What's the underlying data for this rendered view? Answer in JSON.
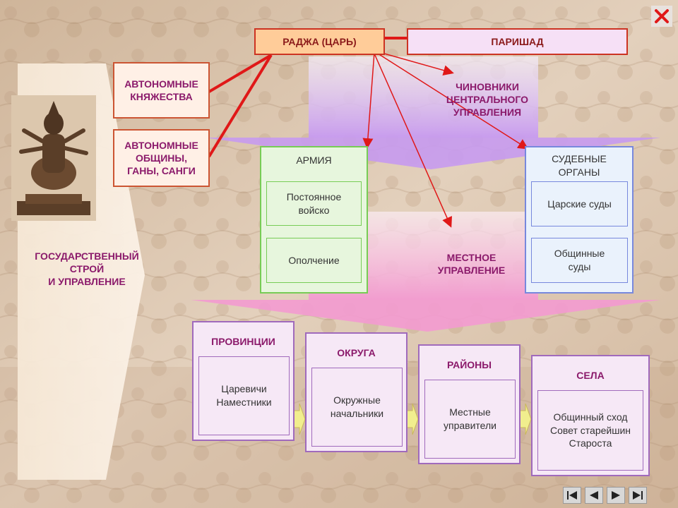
{
  "raja": "РАДЖА (ЦАРЬ)",
  "parishad": "ПАРИШАД",
  "autonomous_principalities": "АВТОНОМНЫЕ\nКНЯЖЕСТВА",
  "autonomous_communities": "АВТОНОМНЫЕ\nОБЩИНЫ,\nГАНЫ, САНГИ",
  "central_officials": "ЧИНОВНИКИ\nЦЕНТРАЛЬНОГО\nУПРАВЛЕНИЯ",
  "state_system": "ГОСУДАРСТВЕННЫЙ\nСТРОЙ\nИ УПРАВЛЕНИЕ",
  "army": {
    "title": "АРМИЯ",
    "standing_army": "Постоянное\nвойско",
    "militia": "Ополчение"
  },
  "judicial": {
    "title": "СУДЕБНЫЕ\nОРГАНЫ",
    "royal_courts": "Царские суды",
    "community_courts": "Общинные\nсуды"
  },
  "local_government": "МЕСТНОЕ\nУПРАВЛЕНИЕ",
  "provinces": {
    "title": "ПРОВИНЦИИ",
    "content": "Царевичи\nНаместники"
  },
  "districts": {
    "title": "ОКРУГА",
    "content": "Окружные\nначальники"
  },
  "regions": {
    "title": "РАЙОНЫ",
    "content": "Местные\nуправители"
  },
  "villages": {
    "title": "СЕЛА",
    "content": "Общинный сход\nСовет старейшин\nСтароста"
  },
  "icons": {
    "close": "close-icon",
    "nav": [
      "first-icon",
      "prev-icon",
      "next-icon",
      "last-icon"
    ]
  },
  "colors": {
    "accent_red": "#e01818",
    "title_purple": "#8b1a6b",
    "raja_fill": "#ffcc99",
    "parishad_fill": "#f6e0f6",
    "army_border": "#77cc55",
    "judicial_border": "#7788dd",
    "local_border": "#a06abc"
  }
}
